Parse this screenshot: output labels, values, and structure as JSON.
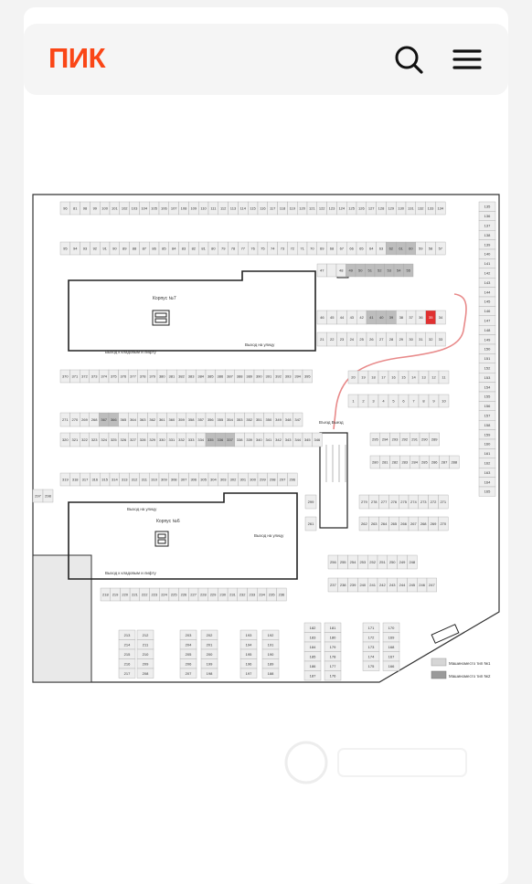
{
  "header": {
    "logo": "ПИК",
    "search_icon": "search-icon",
    "menu_icon": "hamburger-menu-icon"
  },
  "plan": {
    "building_labels": {
      "korpus_7": "Корпус №7",
      "korpus_6": "Корпус №6"
    },
    "exit_labels": {
      "storage_exit_top": "Выход к кладовым и лифту",
      "street_exit_top": "Выход на улицу",
      "entry_exit": "Въезд Выезд",
      "street_exit_mid": "Выход на улицу",
      "street_exit_right": "Выход на улицу",
      "storage_exit_bottom": "Выход к кладовым и лифту"
    },
    "highlighted_spot": "35",
    "legend": [
      {
        "label": "Машиноместо тип №1",
        "color": "#d6d6d6"
      },
      {
        "label": "Машиноместо тип №2",
        "color": "#9a9a9a"
      }
    ],
    "rows": [
      {
        "id": "r1",
        "numbers": [
          "96",
          "81",
          "98",
          "99",
          "100",
          "101",
          "102",
          "103",
          "104",
          "105",
          "106",
          "107",
          "108",
          "109",
          "110",
          "111",
          "112",
          "113",
          "114",
          "115",
          "116",
          "117",
          "118",
          "119",
          "120",
          "121",
          "122",
          "123",
          "124",
          "125",
          "126",
          "127",
          "128",
          "129",
          "130",
          "131",
          "132",
          "133",
          "134"
        ]
      },
      {
        "id": "r2",
        "numbers": [
          "95",
          "94",
          "93",
          "92",
          "91",
          "90",
          "89",
          "88",
          "87",
          "86",
          "85",
          "84",
          "83",
          "82",
          "81",
          "80",
          "79",
          "78",
          "77",
          "76",
          "75",
          "74",
          "73",
          "72",
          "71",
          "70",
          "69",
          "68",
          "67",
          "66",
          "65",
          "64",
          "63",
          "62",
          "61",
          "60",
          "59",
          "58",
          "57"
        ]
      },
      {
        "id": "r3",
        "numbers": [
          "47",
          "",
          "48",
          "49",
          "50",
          "51",
          "52",
          "53",
          "54",
          "55"
        ]
      },
      {
        "id": "r4",
        "numbers": [
          "46",
          "45",
          "44",
          "43",
          "42",
          "41",
          "40",
          "39",
          "38",
          "37",
          "36",
          "35",
          "34"
        ]
      },
      {
        "id": "r5",
        "numbers": [
          "21",
          "22",
          "23",
          "24",
          "25",
          "26",
          "27",
          "28",
          "29",
          "30",
          "31",
          "32",
          "33"
        ]
      },
      {
        "id": "r6",
        "numbers": [
          "20",
          "19",
          "18",
          "17",
          "16",
          "15",
          "14",
          "13",
          "12",
          "11"
        ]
      },
      {
        "id": "r7",
        "numbers": [
          "1",
          "2",
          "3",
          "4",
          "5",
          "6",
          "7",
          "8",
          "9",
          "10"
        ]
      },
      {
        "id": "r8",
        "numbers": [
          "370",
          "371",
          "372",
          "373",
          "374",
          "375",
          "376",
          "377",
          "378",
          "379",
          "380",
          "381",
          "382",
          "383",
          "384",
          "385",
          "386",
          "387",
          "388",
          "389",
          "390",
          "391",
          "392",
          "393",
          "394",
          "395"
        ]
      },
      {
        "id": "r9",
        "numbers": [
          "271",
          "270",
          "269",
          "268",
          "367",
          "366",
          "365",
          "364",
          "363",
          "362",
          "361",
          "360",
          "359",
          "358",
          "357",
          "356",
          "355",
          "354",
          "353",
          "352",
          "351",
          "350",
          "349",
          "348",
          "347"
        ]
      },
      {
        "id": "r10",
        "numbers": [
          "320",
          "321",
          "322",
          "323",
          "324",
          "325",
          "326",
          "327",
          "328",
          "329",
          "330",
          "331",
          "332",
          "333",
          "334",
          "335",
          "336",
          "337",
          "338",
          "339",
          "340",
          "341",
          "342",
          "343",
          "344",
          "345",
          "346"
        ]
      },
      {
        "id": "r11",
        "numbers": [
          "295",
          "294",
          "293",
          "292",
          "291",
          "290",
          "289"
        ]
      },
      {
        "id": "r12",
        "numbers": [
          "280",
          "281",
          "282",
          "283",
          "284",
          "285",
          "286",
          "287",
          "288"
        ]
      },
      {
        "id": "r13",
        "numbers": [
          "319",
          "318",
          "317",
          "316",
          "315",
          "314",
          "313",
          "312",
          "311",
          "310",
          "309",
          "308",
          "307",
          "306",
          "305",
          "304",
          "303",
          "302",
          "301",
          "300",
          "299",
          "298",
          "297",
          "296"
        ]
      },
      {
        "id": "r14",
        "numbers": [
          "279",
          "278",
          "277",
          "276",
          "275",
          "274",
          "273",
          "272",
          "271"
        ]
      },
      {
        "id": "r15",
        "numbers": [
          "262",
          "263",
          "264",
          "265",
          "266",
          "267",
          "268",
          "269",
          "270"
        ]
      },
      {
        "id": "r16",
        "numbers": [
          "256",
          "255",
          "254",
          "253",
          "252",
          "251",
          "250",
          "249",
          "248"
        ]
      },
      {
        "id": "r17",
        "numbers": [
          "237",
          "238",
          "239",
          "240",
          "241",
          "242",
          "243",
          "244",
          "245",
          "246",
          "247"
        ]
      },
      {
        "id": "r18",
        "numbers": [
          "218",
          "219",
          "220",
          "221",
          "222",
          "223",
          "224",
          "225",
          "226",
          "227",
          "228",
          "229",
          "230",
          "231",
          "232",
          "233",
          "234",
          "235",
          "236"
        ]
      },
      {
        "id": "right_col",
        "numbers": [
          "135",
          "136",
          "137",
          "138",
          "139",
          "140",
          "141",
          "142",
          "143",
          "144",
          "145",
          "146",
          "147",
          "148",
          "149",
          "150",
          "151",
          "152",
          "153",
          "154",
          "155",
          "156",
          "157",
          "158",
          "159",
          "160",
          "161",
          "162",
          "163",
          "164",
          "165"
        ]
      },
      {
        "id": "bottom_left",
        "numbers": [
          "213",
          "214",
          "215",
          "216",
          "217",
          "212",
          "211",
          "210",
          "209",
          "208",
          "203",
          "204",
          "205",
          "206",
          "207",
          "202",
          "201",
          "200",
          "199",
          "198",
          "193",
          "194",
          "195",
          "196",
          "197",
          "192",
          "191",
          "190",
          "189",
          "188"
        ]
      },
      {
        "id": "bottom_right",
        "numbers": [
          "182",
          "183",
          "184",
          "185",
          "186",
          "187",
          "181",
          "180",
          "179",
          "178",
          "177",
          "176",
          "171",
          "172",
          "173",
          "174",
          "175",
          "170",
          "169",
          "168",
          "167",
          "166"
        ]
      },
      {
        "id": "aux",
        "numbers": [
          "297",
          "298",
          "299",
          "261"
        ]
      }
    ]
  }
}
